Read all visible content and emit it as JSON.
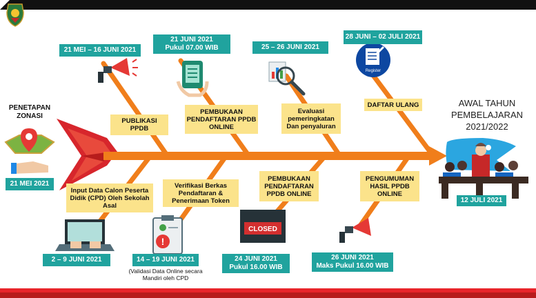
{
  "header": {
    "logo": "provincial-crest-logo"
  },
  "start": {
    "title": "PENETAPAN ZONASI",
    "date": "21 MEI 2021"
  },
  "end": {
    "title": "AWAL TAHUN PEMBELAJARAN 2021/2022",
    "date": "12 JULI 2021"
  },
  "top_events": [
    {
      "date": "21 MEI – 16 JUNI 2021",
      "label": "PUBLIKASI PPDB",
      "icon": "megaphone-icon"
    },
    {
      "date": "21 JUNI 2021",
      "time": "Pukul 07.00 WIB",
      "label": "PEMBUKAAN PENDAFTARAN PPDB ONLINE",
      "icon": "tablet-icon"
    },
    {
      "date": "25 – 26 JUNI 2021",
      "label": "Evaluasi pemeringkatan Dan penyaluran",
      "icon": "magnifier-chart-icon"
    },
    {
      "date": "28 JUNI – 02 JULI 2021",
      "label": "DAFTAR ULANG",
      "icon": "register-icon",
      "icon_text": "Register"
    }
  ],
  "bottom_events": [
    {
      "date": "2 – 9 JUNI 2021",
      "label": "Input Data Calon Peserta Didik (CPD) Oleh Sekolah Asal",
      "icon": "laptop-icon"
    },
    {
      "date": "14 – 19 JUNI 2021",
      "note": "(Validasi Data Online secara Mandiri oleh CPD",
      "label": "Verifikasi Berkas Pendaftaran & Penerimaan Token",
      "icon": "clipboard-alert-icon"
    },
    {
      "date": "24 JUNI 2021",
      "time": "Pukul 16.00 WIB",
      "label": "PEMBUKAAN PENDAFTARAN PPDB ONLINE",
      "icon": "closed-sign-icon",
      "icon_text": "CLOSED"
    },
    {
      "date": "26 JUNI 2021",
      "time": "Maks Pukul 16.00 WIB",
      "label": "PENGUMUMAN HASIL PPDB ONLINE",
      "icon": "megaphone-icon"
    }
  ],
  "colors": {
    "spine": "#f07e1b",
    "teal": "#20a39e",
    "label_bg": "#fbe38b",
    "head": "#2ba6e0",
    "tail": "#d7262c"
  }
}
